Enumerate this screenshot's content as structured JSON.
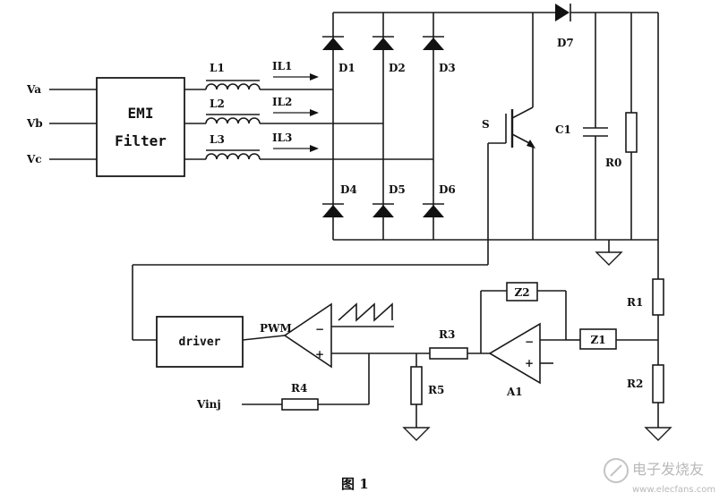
{
  "inputs": [
    "Va",
    "Vb",
    "Vc"
  ],
  "emi_filter": {
    "line1": "EMI",
    "line2": "Filter"
  },
  "inductors": [
    "L1",
    "L2",
    "L3"
  ],
  "currents": [
    "IL1",
    "IL2",
    "IL3"
  ],
  "diodes_top": [
    "D1",
    "D2",
    "D3"
  ],
  "diodes_bottom": [
    "D4",
    "D5",
    "D6"
  ],
  "boost_diode": "D7",
  "switch": "S",
  "capacitor": "C1",
  "load_resistor": "R0",
  "driver": "driver",
  "pwm": "PWM",
  "resistors": {
    "r1": "R1",
    "r2": "R2",
    "r3": "R3",
    "r4": "R4",
    "r5": "R5"
  },
  "impedances": {
    "z1": "Z1",
    "z2": "Z2"
  },
  "amplifier": "A1",
  "comparator_signs": {
    "minus": "−",
    "plus": "+"
  },
  "amp_signs": {
    "minus": "−",
    "plus": "+"
  },
  "injection": "Vinj",
  "caption": "图 1",
  "watermark": {
    "text": "电子发烧友",
    "url": "www.elecfans.com"
  }
}
